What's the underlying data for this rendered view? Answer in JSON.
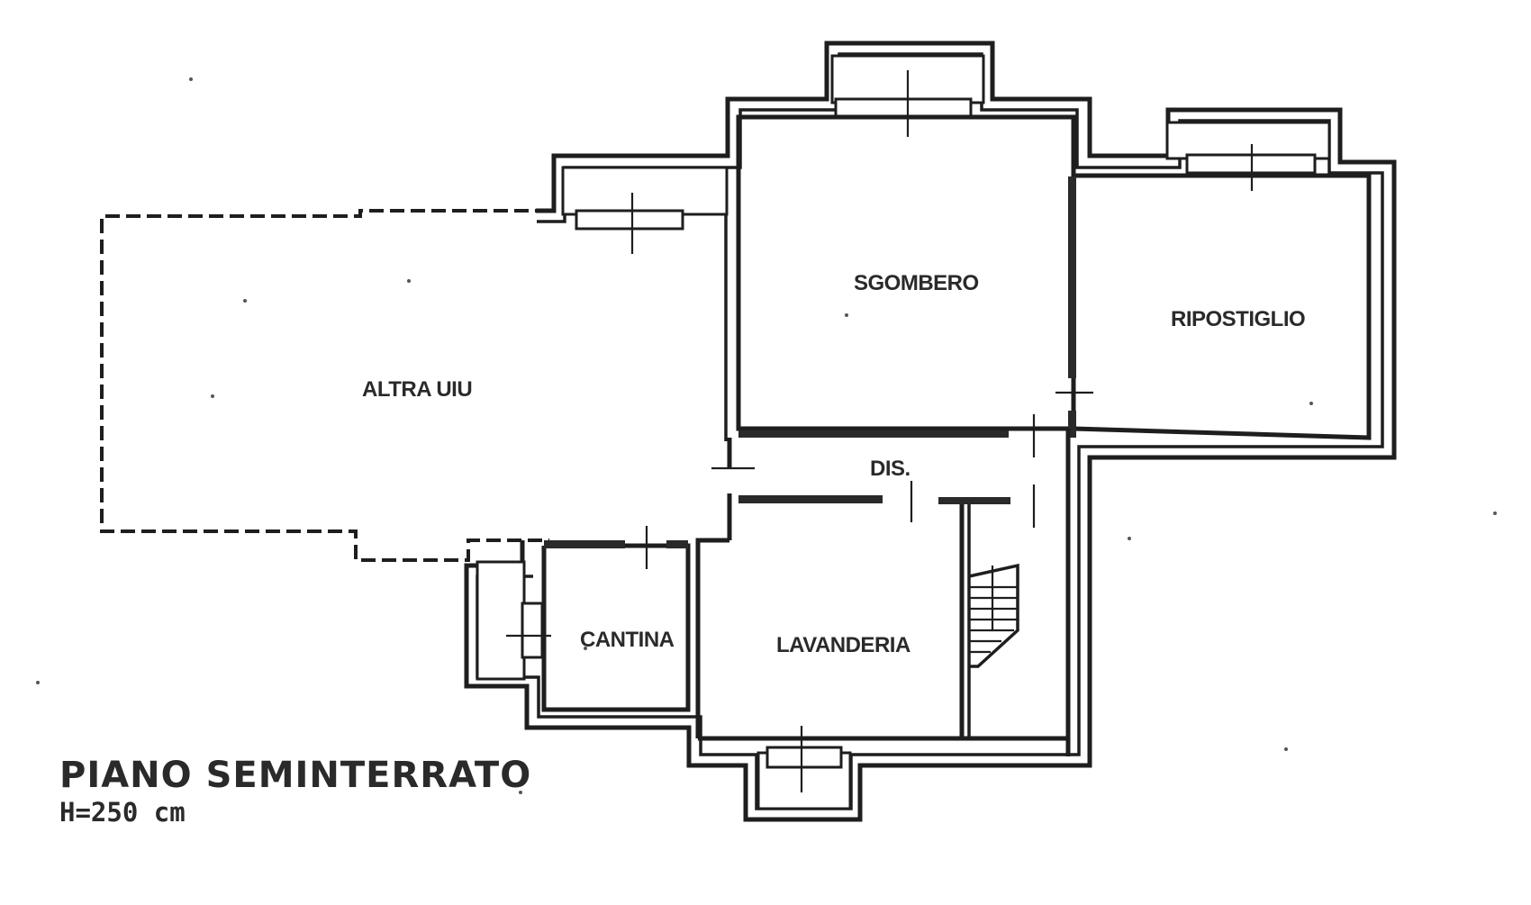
{
  "rooms": {
    "altra_uiu": "ALTRA UIU",
    "sgombero": "SGOMBERO",
    "ripostiglio": "RIPOSTIGLIO",
    "dis": "DIS.",
    "cantina": "CANTINA",
    "lavanderia": "LAVANDERIA"
  },
  "plan_title": "PIANO SEMINTERRATO",
  "height_note": "H=250 cm"
}
